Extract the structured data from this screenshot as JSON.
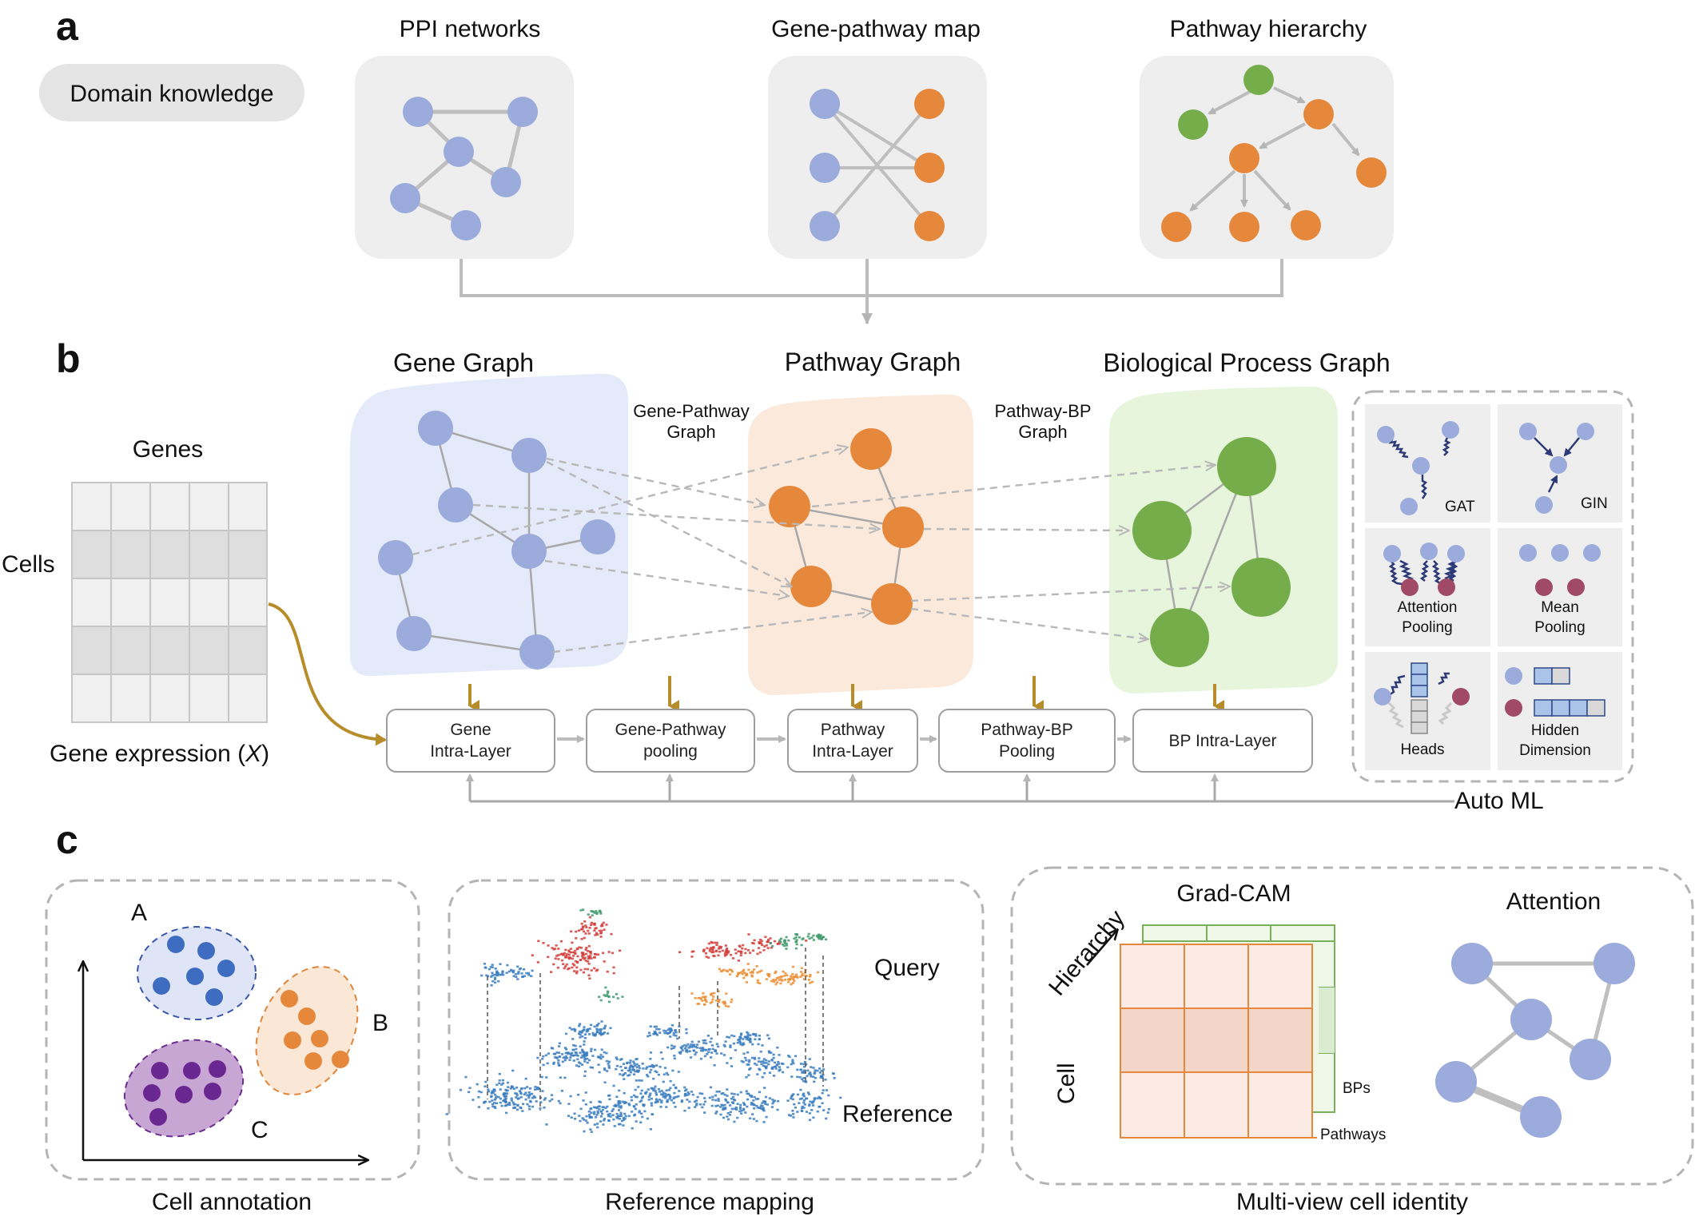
{
  "panels": {
    "a": "a",
    "b": "b",
    "c": "c"
  },
  "panel_a": {
    "domain_knowledge": "Domain knowledge",
    "ppi_networks": "PPI networks",
    "gene_pathway_map": "Gene-pathway map",
    "pathway_hierarchy": "Pathway hierarchy"
  },
  "panel_b": {
    "genes": "Genes",
    "cells": "Cells",
    "gene_expression": "Gene expression (",
    "gene_expression_var": "X",
    "gene_expression_close": ")",
    "gene_graph": "Gene Graph",
    "pathway_graph": "Pathway Graph",
    "bp_graph": "Biological Process Graph",
    "gene_pathway_graph_1": "Gene-Pathway",
    "gene_pathway_graph_2": "Graph",
    "pathway_bp_graph_1": "Pathway-BP",
    "pathway_bp_graph_2": "Graph",
    "boxes": {
      "gene_intra_1": "Gene",
      "gene_intra_2": "Intra-Layer",
      "gp_pool_1": "Gene-Pathway",
      "gp_pool_2": "pooling",
      "pw_intra_1": "Pathway",
      "pw_intra_2": "Intra-Layer",
      "pbp_pool_1": "Pathway-BP",
      "pbp_pool_2": "Pooling",
      "bp_intra": "BP Intra-Layer"
    },
    "automl": {
      "label": "Auto ML",
      "gat": "GAT",
      "gin": "GIN",
      "attention_pooling_1": "Attention",
      "attention_pooling_2": "Pooling",
      "mean_pooling_1": "Mean",
      "mean_pooling_2": "Pooling",
      "heads": "Heads",
      "hidden_1": "Hidden",
      "hidden_2": "Dimension"
    }
  },
  "panel_c": {
    "cell_annotation": "Cell annotation",
    "cluster_a": "A",
    "cluster_b": "B",
    "cluster_c": "C",
    "reference_mapping": "Reference mapping",
    "query": "Query",
    "reference": "Reference",
    "multiview": "Multi-view cell identity",
    "grad_cam": "Grad-CAM",
    "hierarchy": "Hierarchy",
    "cell": "Cell",
    "bps": "BPs",
    "pathways": "Pathways",
    "attention": "Attention"
  },
  "colors": {
    "gene_node": "#9aabdc",
    "pathway_node": "#e6883c",
    "bp_node": "#75ad4b",
    "panel_bg": "#eeeeee",
    "gene_region": "#e4eaf9",
    "pathway_region": "#fbe9dc",
    "bp_region": "#e7f5dc",
    "gold_arrow": "#b68d2a",
    "gray_line": "#bdbdbd",
    "scatter_blue": "#3a7dc0",
    "scatter_red": "#d43d3a",
    "scatter_green": "#3f9a6b",
    "scatter_orange": "#ec8c30"
  }
}
